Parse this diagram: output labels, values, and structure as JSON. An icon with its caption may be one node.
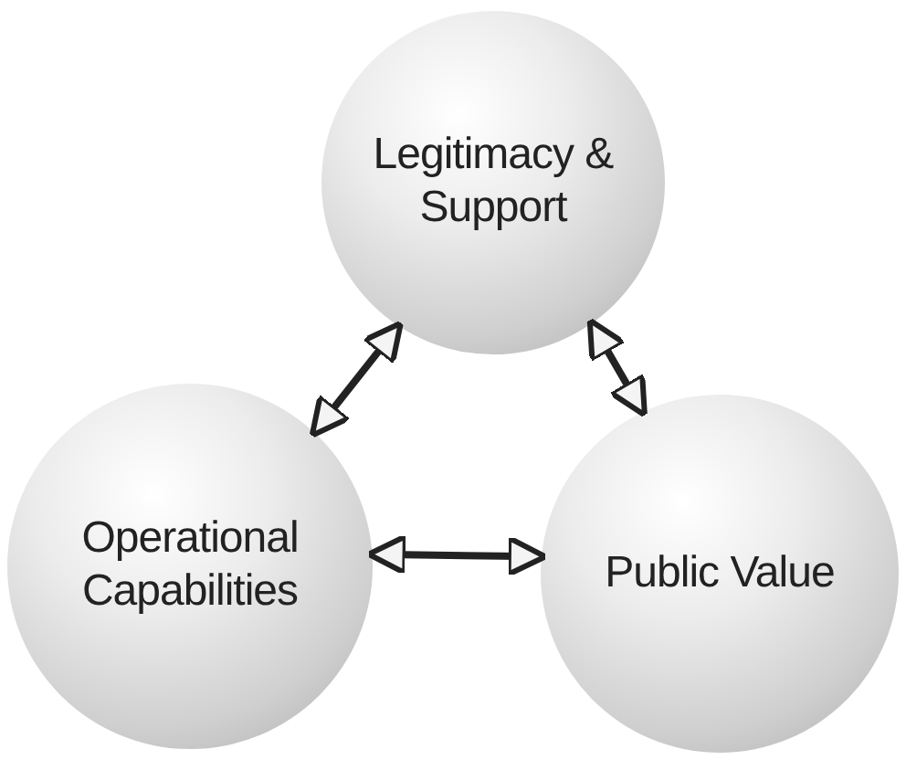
{
  "diagram": {
    "nodes": [
      {
        "text": [
          "Legitimacy & Support"
        ]
      },
      {
        "text": [
          "Operational Capabilities"
        ]
      },
      {
        "text": [
          "Public Value"
        ]
      }
    ],
    "edges": [
      {
        "from": 0,
        "to": 1,
        "arrow": "both"
      },
      {
        "from": 0,
        "to": 2,
        "arrow": "both"
      },
      {
        "from": 1,
        "to": 2,
        "arrow": "both"
      }
    ]
  }
}
